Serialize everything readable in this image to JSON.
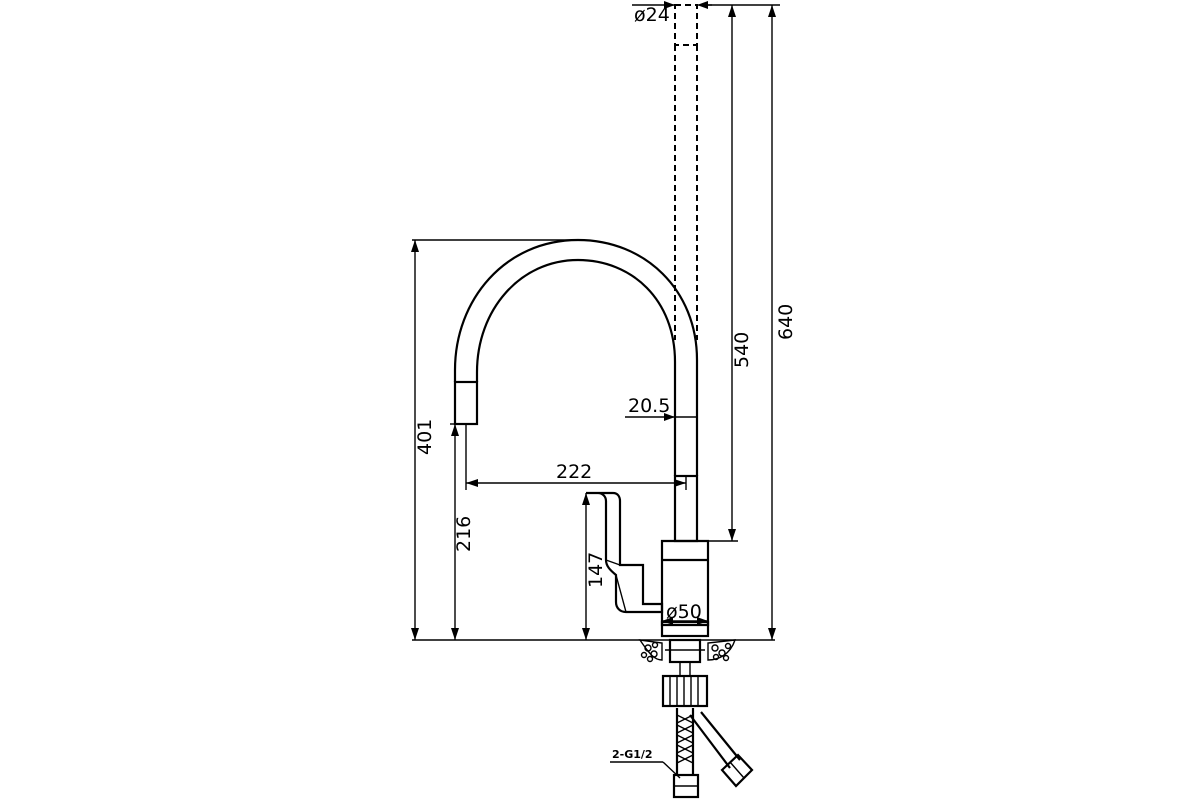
{
  "dimensions": {
    "spray_diameter": "ø24",
    "spout_reach": "222",
    "spout_tube": "20.5",
    "base_diameter": "ø50",
    "total_height": "640",
    "column_height": "540",
    "spout_height": "401",
    "outlet_height": "216",
    "handle_height": "147",
    "connection": "2-G1/2"
  },
  "colors": {
    "line": "#000000",
    "background": "#ffffff"
  }
}
